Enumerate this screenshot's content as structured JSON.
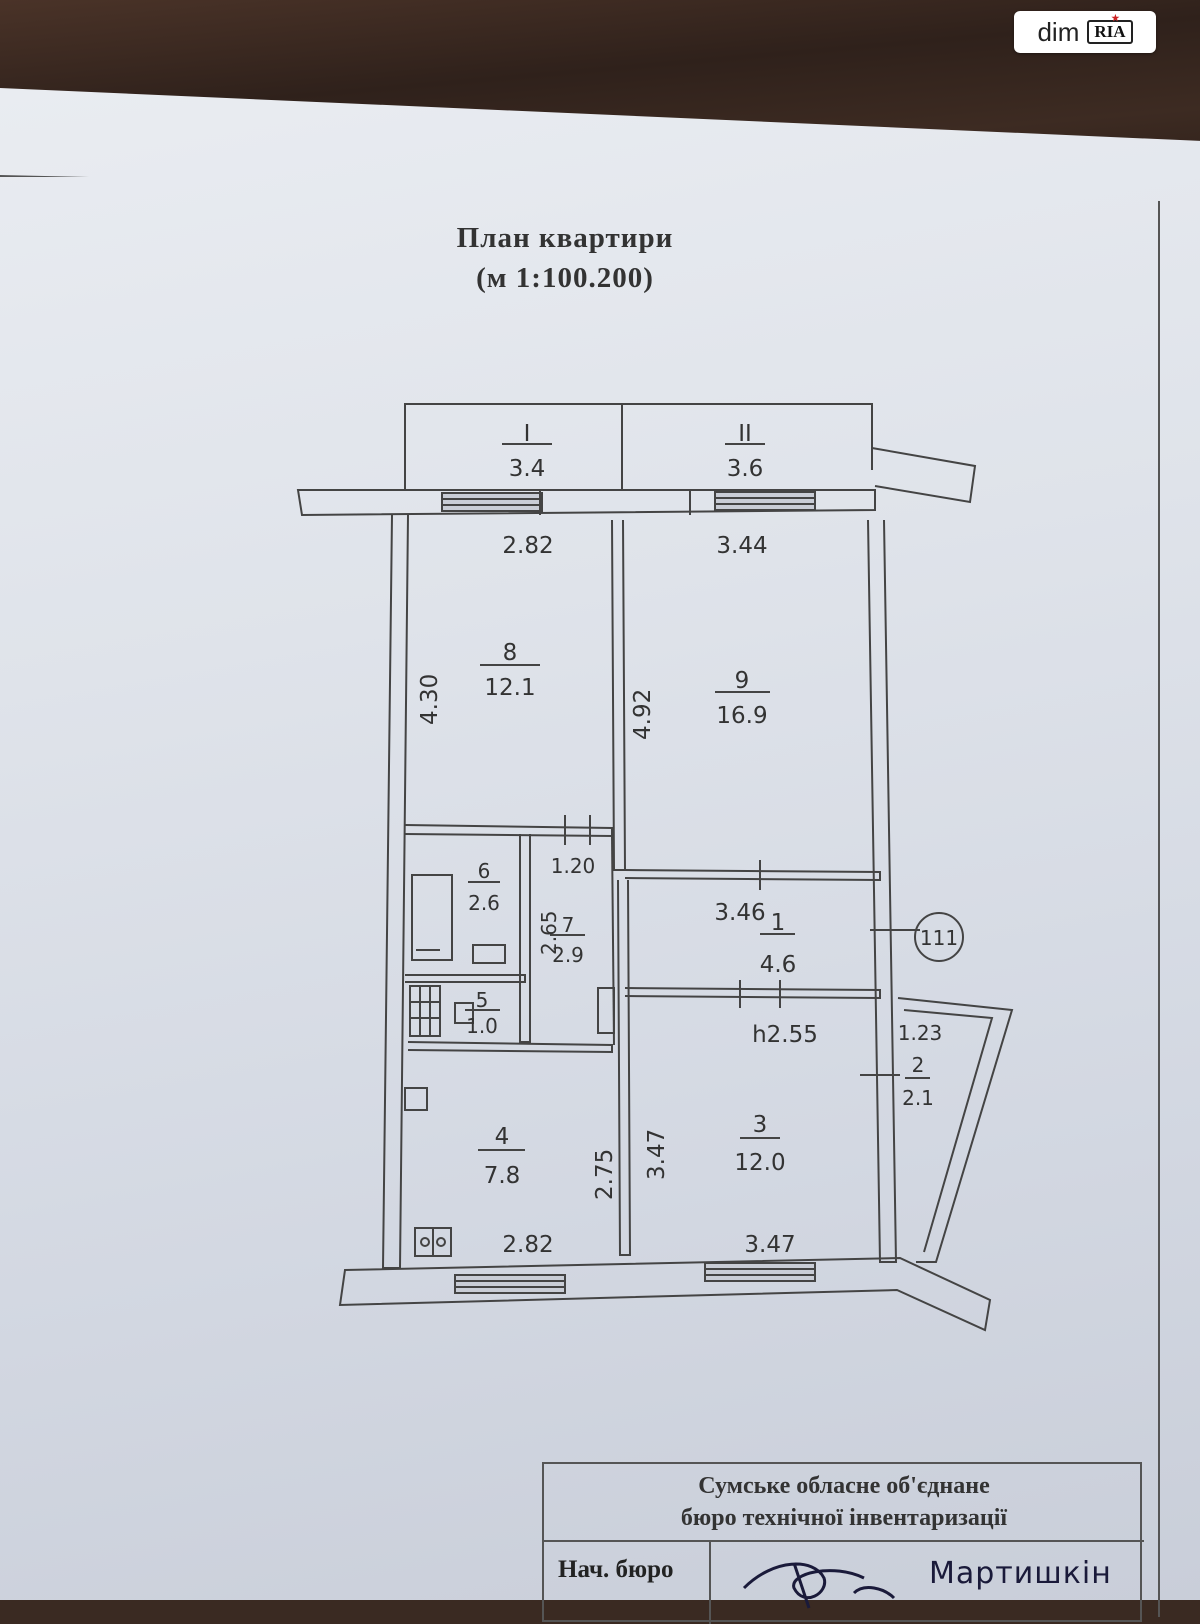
{
  "watermark": {
    "site": "dim",
    "brand": "RIA"
  },
  "title": {
    "line1": "План квартири",
    "line2": "(м 1:100.200)"
  },
  "balconies": [
    {
      "id": "I",
      "area": "3.4"
    },
    {
      "id": "II",
      "area": "3.6"
    }
  ],
  "rooms": [
    {
      "number": "8",
      "area": "12.1"
    },
    {
      "number": "9",
      "area": "16.9"
    },
    {
      "number": "6",
      "area": "2.6"
    },
    {
      "number": "7",
      "area": "2.9"
    },
    {
      "number": "5",
      "area": "1.0"
    },
    {
      "number": "1",
      "area": "4.6"
    },
    {
      "number": "4",
      "area": "7.8"
    },
    {
      "number": "3",
      "area": "12.0"
    },
    {
      "number": "2",
      "area": "2.1"
    }
  ],
  "dimensions": {
    "room8_width": "2.82",
    "room9_width": "3.44",
    "room8_length": "4.30",
    "room9_length": "4.92",
    "room7_width": "1.20",
    "room7_length": "2.65",
    "room1_width": "3.46",
    "ceiling_height": "h2.55",
    "room2_width": "1.23",
    "room4_length": "2.75",
    "room3_length": "3.47",
    "room4_width": "2.82",
    "room3_width": "3.47"
  },
  "floor_marker": "111",
  "stamp": {
    "organization_line1": "Сумське обласне об'єднане",
    "organization_line2": "бюро технічної інвентаризації",
    "position": "Нач. бюро",
    "name": "Мартишкін"
  }
}
